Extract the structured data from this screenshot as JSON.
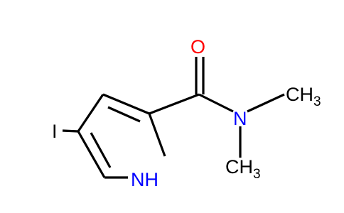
{
  "molecule": {
    "atoms": {
      "iodine": "I",
      "oxygen": "O",
      "amide_nitrogen": "N",
      "ring_nh": "NH",
      "methyl_top": {
        "label": "CH",
        "sub": "3"
      },
      "methyl_bottom": {
        "label": "CH",
        "sub": "3"
      }
    },
    "colors": {
      "bond": "#000000",
      "iodine": "#000000",
      "oxygen": "#ff0000",
      "nitrogen": "#0000ff",
      "carbon_label": "#000000"
    }
  }
}
